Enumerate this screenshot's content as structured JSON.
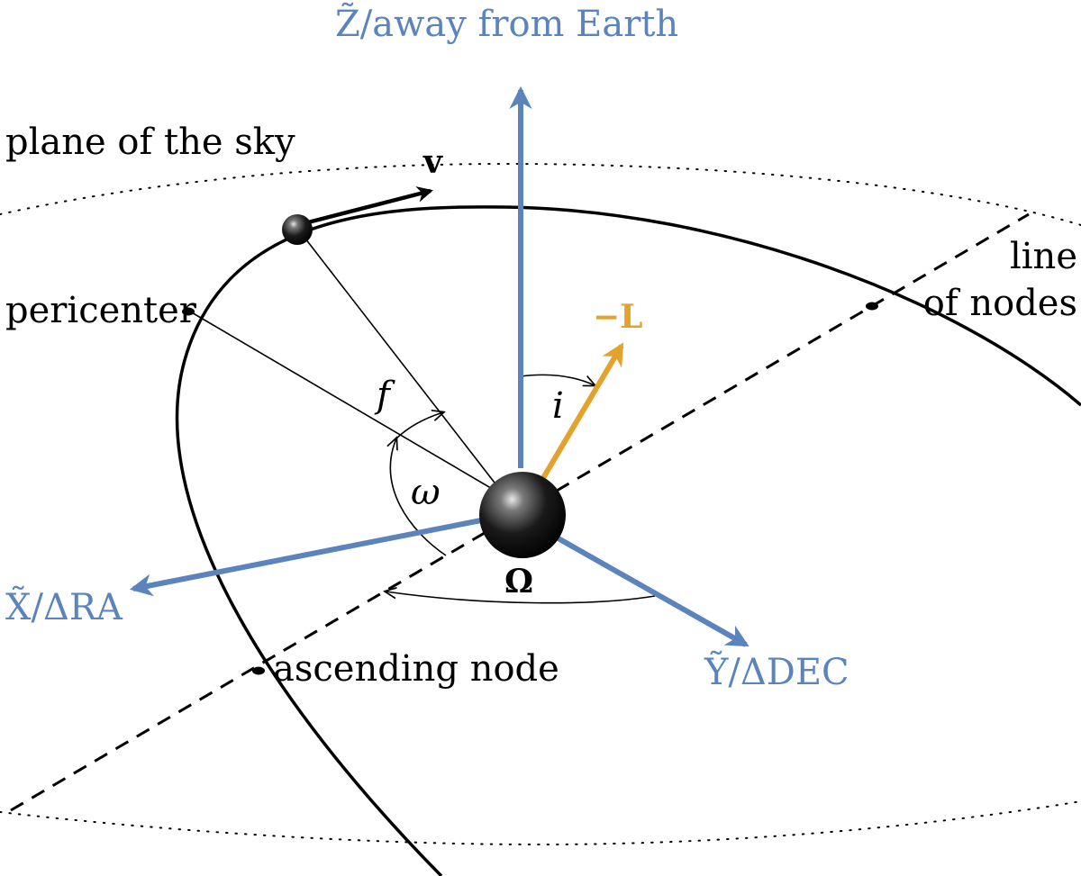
{
  "labels": {
    "z_axis": "Z̃/away from Earth",
    "plane_of_sky": "plane of the sky",
    "velocity": "v",
    "pericenter": "pericenter",
    "line_of_nodes_1": "line",
    "line_of_nodes_2": "of nodes",
    "neg_L": "−L",
    "true_anomaly": "f",
    "inclination": "i",
    "arg_periapsis": "ω",
    "long_asc_node": "Ω",
    "x_axis": "X̃/ΔRA",
    "y_axis": "Ỹ/ΔDEC",
    "ascending_node": "ascending node"
  },
  "colors": {
    "axis_blue": "#5b84bd",
    "angular_momentum_orange": "#e3a22c",
    "ink": "#000000"
  },
  "icons": {
    "central_star": "shaded-sphere",
    "orbiting_body": "shaded-sphere-small"
  }
}
